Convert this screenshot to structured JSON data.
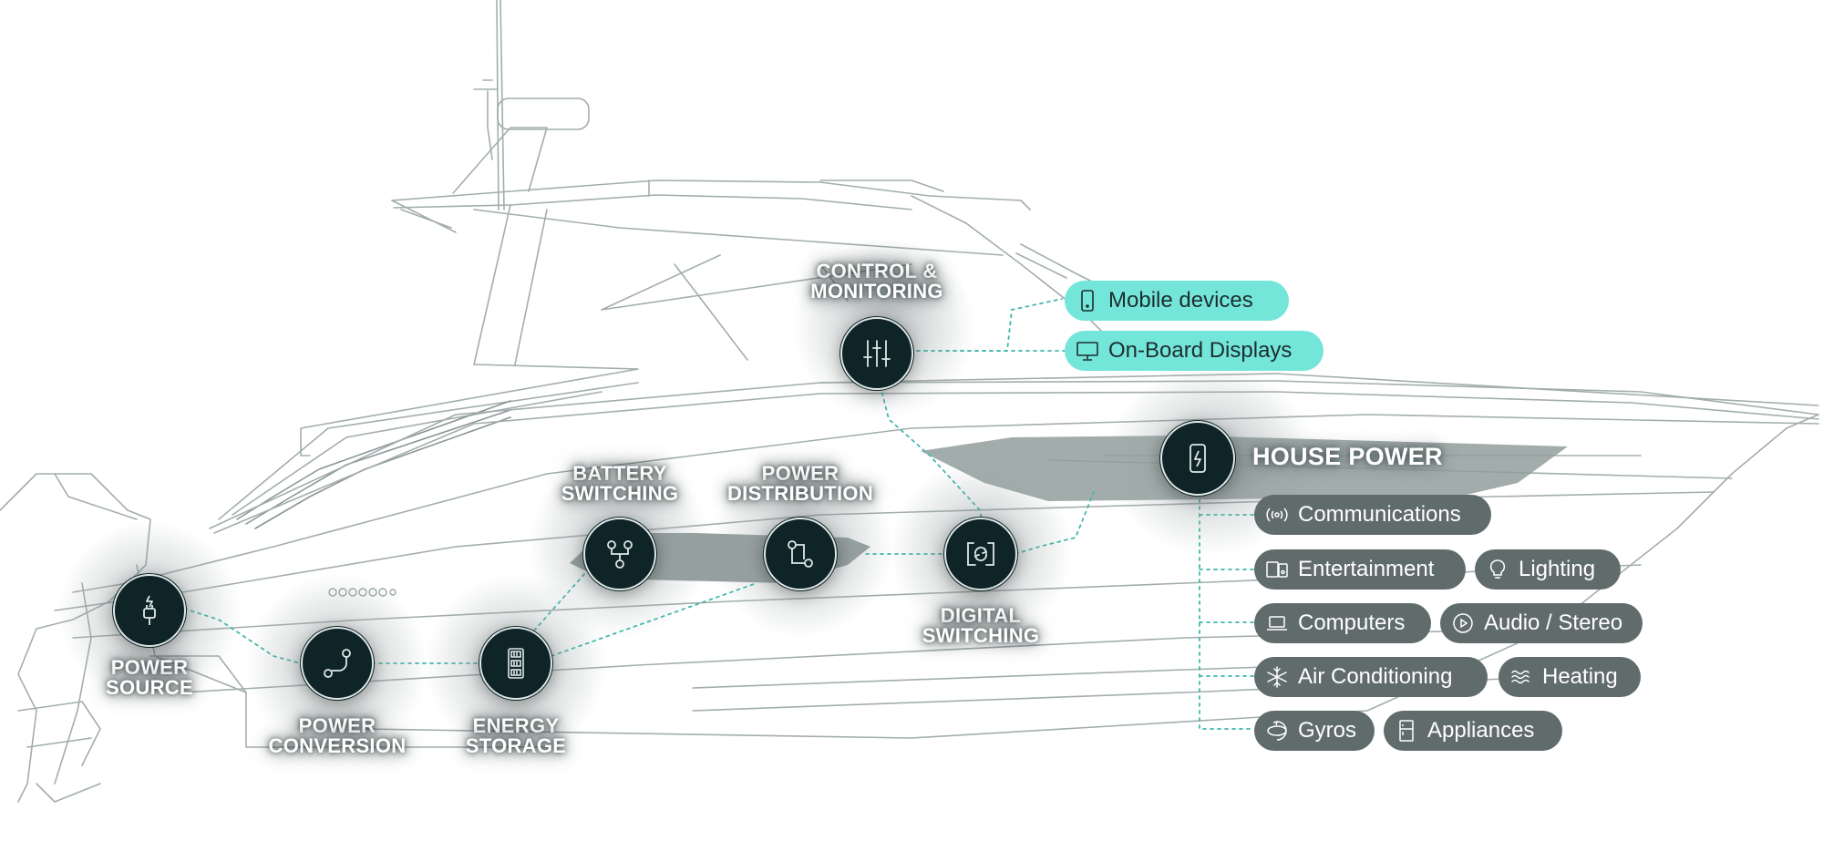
{
  "colors": {
    "node_fill": "#0f2427",
    "node_ring": "#dfe7e7",
    "teal_pill": "#74e6d9",
    "grey_pill": "#606c6b",
    "connector": "#3fb8ad",
    "hull_line": "#9aa6a6",
    "panel_fill": "#8e9a99"
  },
  "nodes": {
    "control_monitoring": {
      "label": "CONTROL &\nMONITORING",
      "icon": "sliders-icon"
    },
    "battery_switching": {
      "label": "BATTERY\nSWITCHING",
      "icon": "branch-icon"
    },
    "power_distribution": {
      "label": "POWER\nDISTRIBUTION",
      "icon": "route-icon"
    },
    "digital_switching": {
      "label": "DIGITAL\nSWITCHING",
      "icon": "refresh-frame-icon"
    },
    "power_source": {
      "label": "POWER\nSOURCE",
      "icon": "plug-icon"
    },
    "power_conversion": {
      "label": "POWER\nCONVERSION",
      "icon": "path-icon"
    },
    "energy_storage": {
      "label": "ENERGY\nSTORAGE",
      "icon": "battery-stack-icon"
    },
    "house_power": {
      "label": "HOUSE POWER",
      "icon": "phone-bolt-icon"
    }
  },
  "displays": [
    {
      "label": "Mobile devices",
      "icon": "mobile-icon"
    },
    {
      "label": "On-Board Displays",
      "icon": "monitor-icon"
    }
  ],
  "loads": [
    {
      "label": "Communications",
      "icon": "broadcast-icon"
    },
    {
      "label": "Entertainment",
      "icon": "devices-icon"
    },
    {
      "label": "Lighting",
      "icon": "bulb-icon"
    },
    {
      "label": "Computers",
      "icon": "laptop-icon"
    },
    {
      "label": "Audio / Stereo",
      "icon": "play-icon"
    },
    {
      "label": "Air Conditioning",
      "icon": "snowflake-icon"
    },
    {
      "label": "Heating",
      "icon": "heat-waves-icon"
    },
    {
      "label": "Gyros",
      "icon": "gyro-icon"
    },
    {
      "label": "Appliances",
      "icon": "fridge-icon"
    }
  ]
}
